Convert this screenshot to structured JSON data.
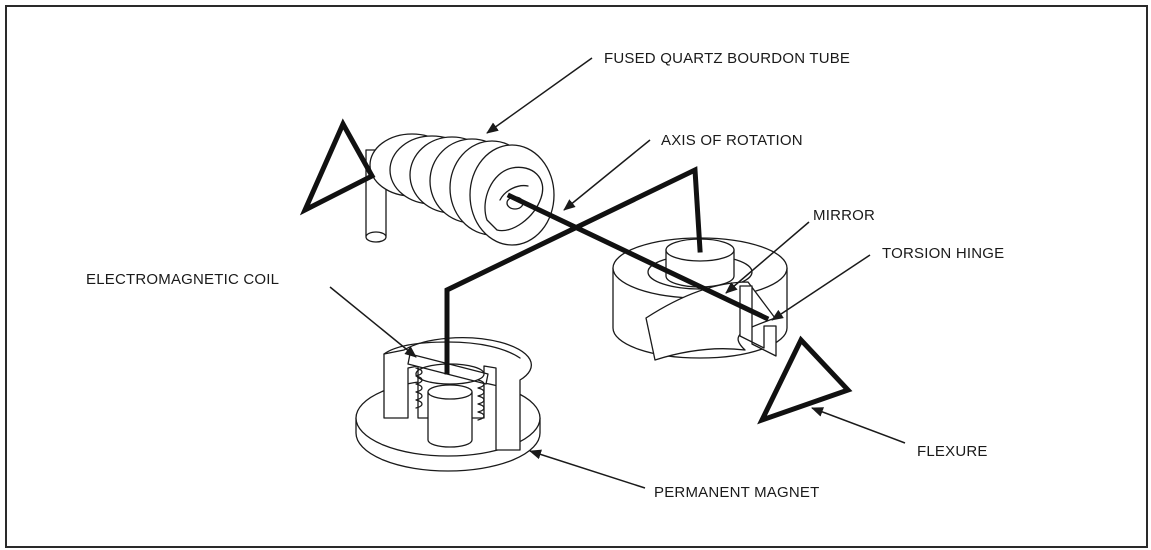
{
  "labels": {
    "bourdon_tube": "FUSED QUARTZ BOURDON TUBE",
    "axis_of_rotation": "AXIS OF ROTATION",
    "mirror": "MIRROR",
    "torsion_hinge": "TORSION HINGE",
    "electromagnetic_coil": "ELECTROMAGNETIC COIL",
    "flexure": "FLEXURE",
    "permanent_magnet": "PERMANENT MAGNET"
  },
  "colors": {
    "line": "#1a1a1a",
    "background": "#ffffff"
  }
}
